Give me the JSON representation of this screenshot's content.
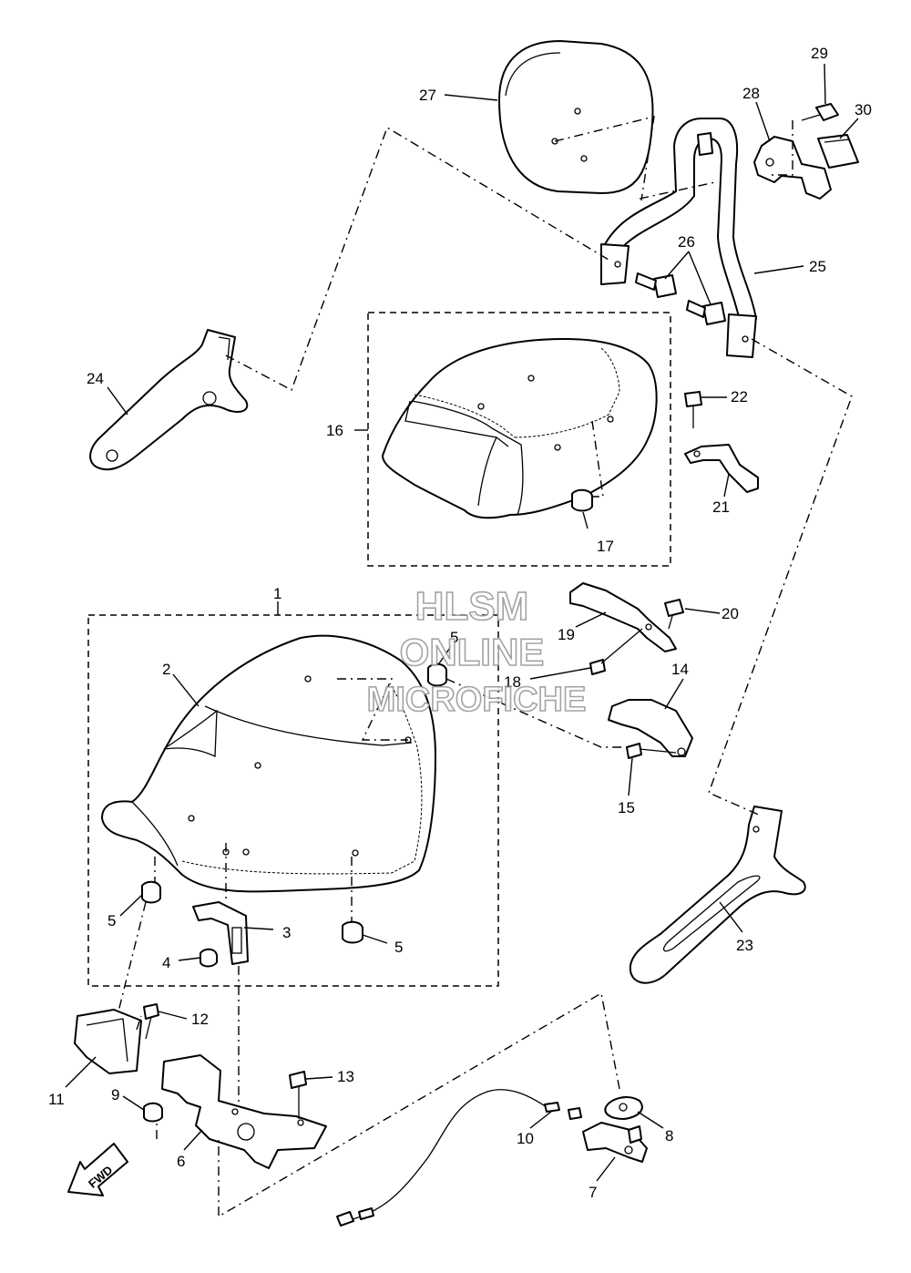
{
  "watermark": {
    "line1": "HLSM",
    "line2": "ONLINE",
    "line3": "MICROFICHE"
  },
  "direction_label": "FWD",
  "callouts": {
    "c1": "1",
    "c2": "2",
    "c3": "3",
    "c4": "4",
    "c5a": "5",
    "c5b": "5",
    "c5c": "5",
    "c6": "6",
    "c7": "7",
    "c8": "8",
    "c9": "9",
    "c10": "10",
    "c11": "11",
    "c12": "12",
    "c13": "13",
    "c14": "14",
    "c15": "15",
    "c16": "16",
    "c17": "17",
    "c18": "18",
    "c19": "19",
    "c20": "20",
    "c21": "21",
    "c22": "22",
    "c23": "23",
    "c24": "24",
    "c25": "25",
    "c26": "26",
    "c27": "27",
    "c28": "28",
    "c29": "29",
    "c30": "30"
  }
}
